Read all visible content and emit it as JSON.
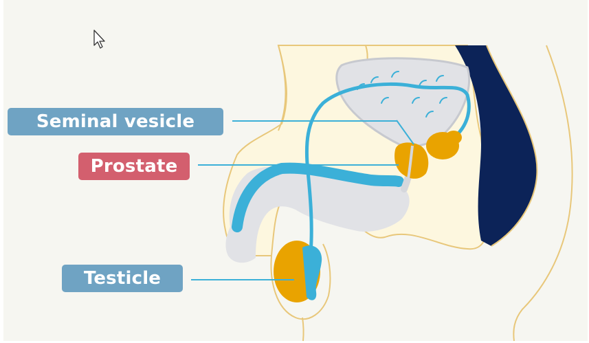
{
  "labels": {
    "seminal_vesicle": "Seminal vesicle",
    "prostate": "Prostate",
    "testicle": "Testicle"
  },
  "icons": {
    "cursor": "arrow-cursor-icon"
  },
  "colors": {
    "background": "#f6f6f1",
    "label_blue": "#6fa3c3",
    "label_red": "#d35f6e",
    "duct_blue": "#3bb0d8",
    "gland_orange": "#e9a300",
    "rectum_navy": "#0c2358",
    "bladder_grey": "#e1e2e6",
    "skin_cream": "#fdf7df",
    "outline_tan": "#e8c77a"
  }
}
